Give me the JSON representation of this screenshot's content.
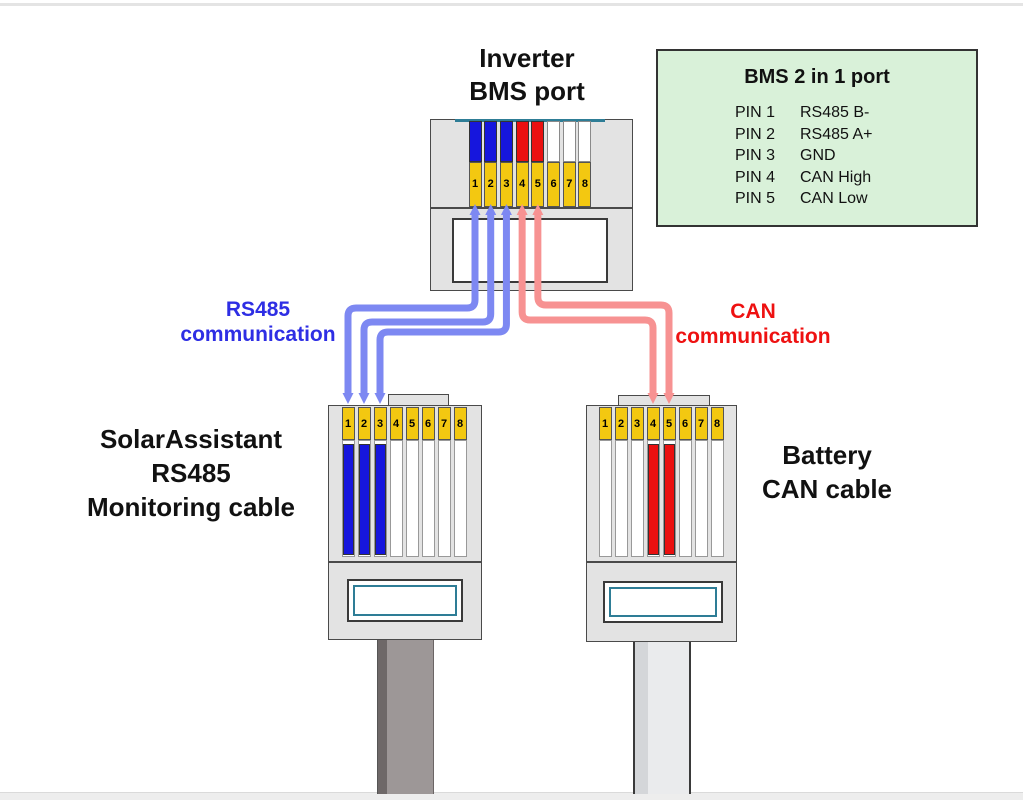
{
  "labels": {
    "inverter": {
      "lines": [
        "Inverter",
        "BMS port"
      ]
    },
    "solar_assistant": {
      "lines": [
        "SolarAssistant",
        "RS485",
        "Monitoring cable"
      ]
    },
    "battery": {
      "lines": [
        "Battery",
        "CAN cable"
      ]
    },
    "rs485_comm": {
      "lines": [
        "RS485",
        "communication"
      ],
      "color": "#2e2ee4"
    },
    "can_comm": {
      "lines": [
        "CAN",
        "communication"
      ],
      "color": "#ee1111"
    }
  },
  "info_box": {
    "title": "BMS 2 in 1 port",
    "rows": [
      {
        "pin": "PIN 1",
        "desc": "RS485 B-"
      },
      {
        "pin": "PIN 2",
        "desc": "RS485 A+"
      },
      {
        "pin": "PIN 3",
        "desc": "GND"
      },
      {
        "pin": "PIN 4",
        "desc": "CAN High"
      },
      {
        "pin": "PIN 5",
        "desc": "CAN Low"
      }
    ],
    "bg_color": "#d9f1d9"
  },
  "connectors": {
    "inverter": {
      "pin_numbers": [
        "1",
        "2",
        "3",
        "4",
        "5",
        "6",
        "7",
        "8"
      ],
      "pin_colors": [
        "blue",
        "blue",
        "blue",
        "red",
        "red",
        "white",
        "white",
        "white"
      ]
    },
    "rs485": {
      "pin_numbers": [
        "1",
        "2",
        "3",
        "4",
        "5",
        "6",
        "7",
        "8"
      ],
      "pin_colors": [
        "blue",
        "blue",
        "blue",
        "white",
        "white",
        "white",
        "white",
        "white"
      ]
    },
    "can": {
      "pin_numbers": [
        "1",
        "2",
        "3",
        "4",
        "5",
        "6",
        "7",
        "8"
      ],
      "pin_colors": [
        "white",
        "white",
        "white",
        "red",
        "red",
        "white",
        "white",
        "white"
      ]
    }
  },
  "wires": [
    {
      "from": "inverter:1",
      "to": "rs485:1",
      "color": "blue"
    },
    {
      "from": "inverter:2",
      "to": "rs485:2",
      "color": "blue"
    },
    {
      "from": "inverter:3",
      "to": "rs485:3",
      "color": "blue"
    },
    {
      "from": "inverter:4",
      "to": "can:4",
      "color": "red"
    },
    {
      "from": "inverter:5",
      "to": "can:5",
      "color": "red"
    }
  ],
  "colors": {
    "wire_blue": "#7d88f2",
    "wire_red": "#f79292",
    "pin_blue": "#1616dd",
    "pin_red": "#ea1010",
    "contact_yellow": "#f3c811",
    "connector_gray": "#e3e3e3",
    "info_green": "#d9f1d9",
    "cable_dark_gray": "#9d9797",
    "cable_light_gray": "#eaebed"
  }
}
